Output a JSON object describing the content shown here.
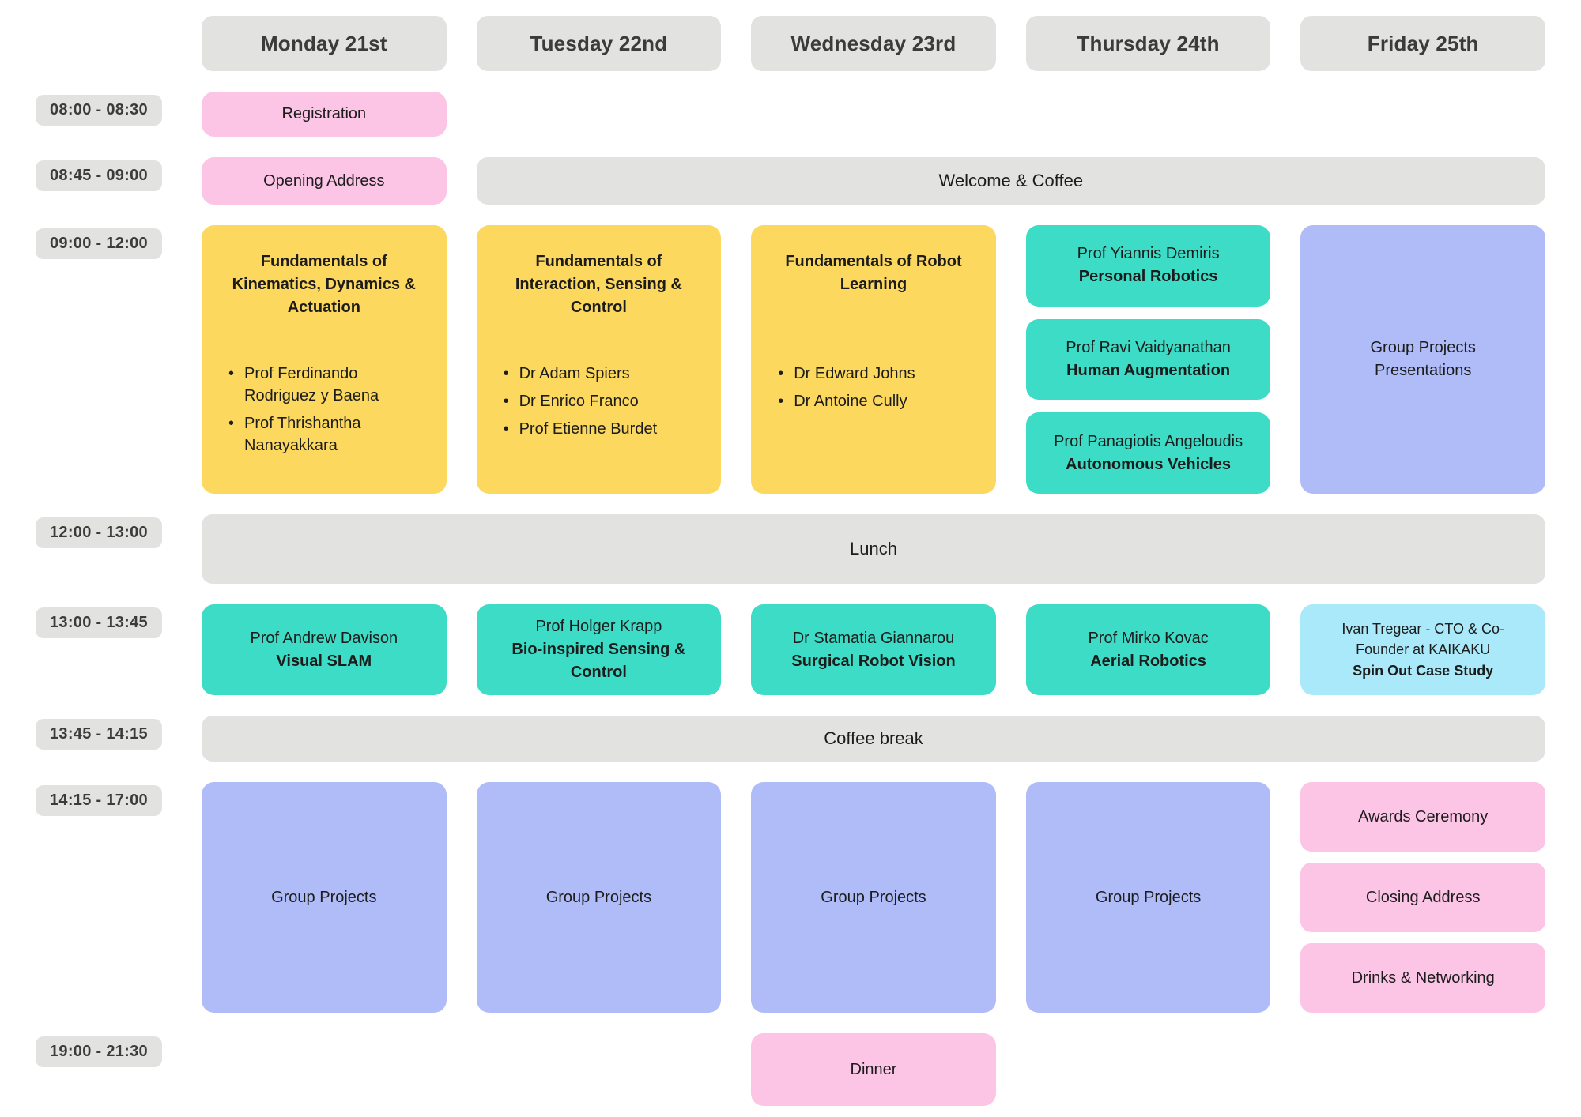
{
  "header": {
    "days": [
      "Monday 21st",
      "Tuesday 22nd",
      "Wednesday 23rd",
      "Thursday 24th",
      "Friday 25th"
    ]
  },
  "times": [
    "08:00 - 08:30",
    "08:45 - 09:00",
    "09:00 - 12:00",
    "12:00 - 13:00",
    "13:00 - 13:45",
    "13:45 - 14:15",
    "14:15 - 17:00",
    "19:00 - 21:30"
  ],
  "colors": {
    "slot_gray": "#e2e2e1",
    "pink": "#fcc4e5",
    "yellow": "#fcd85e",
    "teal": "#3ddcc6",
    "periwinkle": "#b0bcf8",
    "light_cyan": "#a9e9f9",
    "text_dark": "#1c1c1c",
    "label_text": "#3b3b3b"
  },
  "events": {
    "registration": "Registration",
    "opening_address": "Opening Address",
    "welcome_coffee": "Welcome & Coffee",
    "lunch": "Lunch",
    "coffee_break": "Coffee break",
    "dinner": "Dinner",
    "group_projects": "Group Projects",
    "group_projects_presentations": "Group Projects Presentations",
    "awards_ceremony": "Awards Ceremony",
    "closing_address": "Closing Address",
    "drinks_networking": "Drinks & Networking",
    "lectures": {
      "monday": {
        "title": "Fundamentals of Kinematics, Dynamics & Actuation",
        "speakers": [
          "Prof Ferdinando Rodriguez y Baena",
          "Prof Thrishantha Nanayakkara"
        ]
      },
      "tuesday": {
        "title": "Fundamentals of Interaction, Sensing & Control",
        "speakers": [
          "Dr Adam Spiers",
          "Dr Enrico Franco",
          "Prof Etienne Burdet"
        ]
      },
      "wednesday": {
        "title": "Fundamentals of Robot Learning",
        "speakers": [
          "Dr Edward Johns",
          "Dr Antoine Cully"
        ]
      }
    },
    "thursday_talks": [
      {
        "speaker": "Prof Yiannis Demiris",
        "topic": "Personal Robotics"
      },
      {
        "speaker": "Prof Ravi Vaidyanathan",
        "topic": "Human Augmentation"
      },
      {
        "speaker": "Prof Panagiotis Angeloudis",
        "topic": "Autonomous Vehicles"
      }
    ],
    "afternoon_talks": [
      {
        "speaker": "Prof Andrew Davison",
        "topic": "Visual SLAM"
      },
      {
        "speaker": "Prof Holger Krapp",
        "topic": "Bio-inspired Sensing & Control"
      },
      {
        "speaker": "Dr Stamatia Giannarou",
        "topic": "Surgical Robot Vision"
      },
      {
        "speaker": "Prof Mirko Kovac",
        "topic": "Aerial Robotics"
      },
      {
        "speaker": "Ivan Tregear - CTO & Co-Founder at KAIKAKU",
        "topic": "Spin Out Case Study"
      }
    ]
  }
}
